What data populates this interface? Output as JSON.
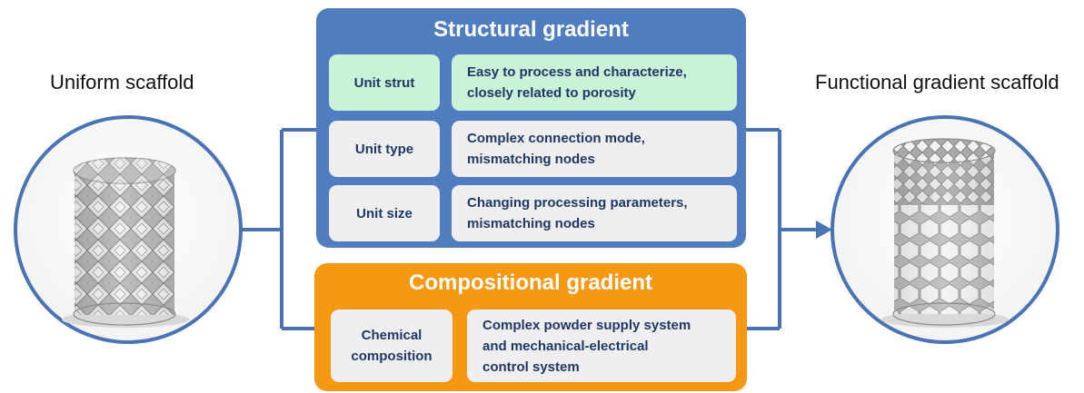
{
  "left_label": "Uniform scaffold",
  "right_label": "Functional gradient scaffold",
  "structural": {
    "title": "Structural gradient",
    "rows": [
      {
        "label": "Unit strut",
        "desc_line1": "Easy to process and characterize,",
        "desc_line2": "closely related to porosity"
      },
      {
        "label": "Unit type",
        "desc_line1": "Complex connection mode,",
        "desc_line2": "mismatching nodes"
      },
      {
        "label": "Unit size",
        "desc_line1": "Changing processing parameters,",
        "desc_line2": "mismatching nodes"
      }
    ]
  },
  "compositional": {
    "title": "Compositional gradient",
    "label_line1": "Chemical",
    "label_line2": "composition",
    "desc_line1": "Complex powder supply system",
    "desc_line2": "and mechanical-electrical",
    "desc_line3": "control system"
  },
  "colors": {
    "structural_panel": "#4f7dbf",
    "compositional_panel": "#f59914",
    "connector": "#4a73b4",
    "cell_grey": "#efeff1",
    "cell_highlight": "#c9f2d9",
    "cell_text": "#1f3864"
  }
}
